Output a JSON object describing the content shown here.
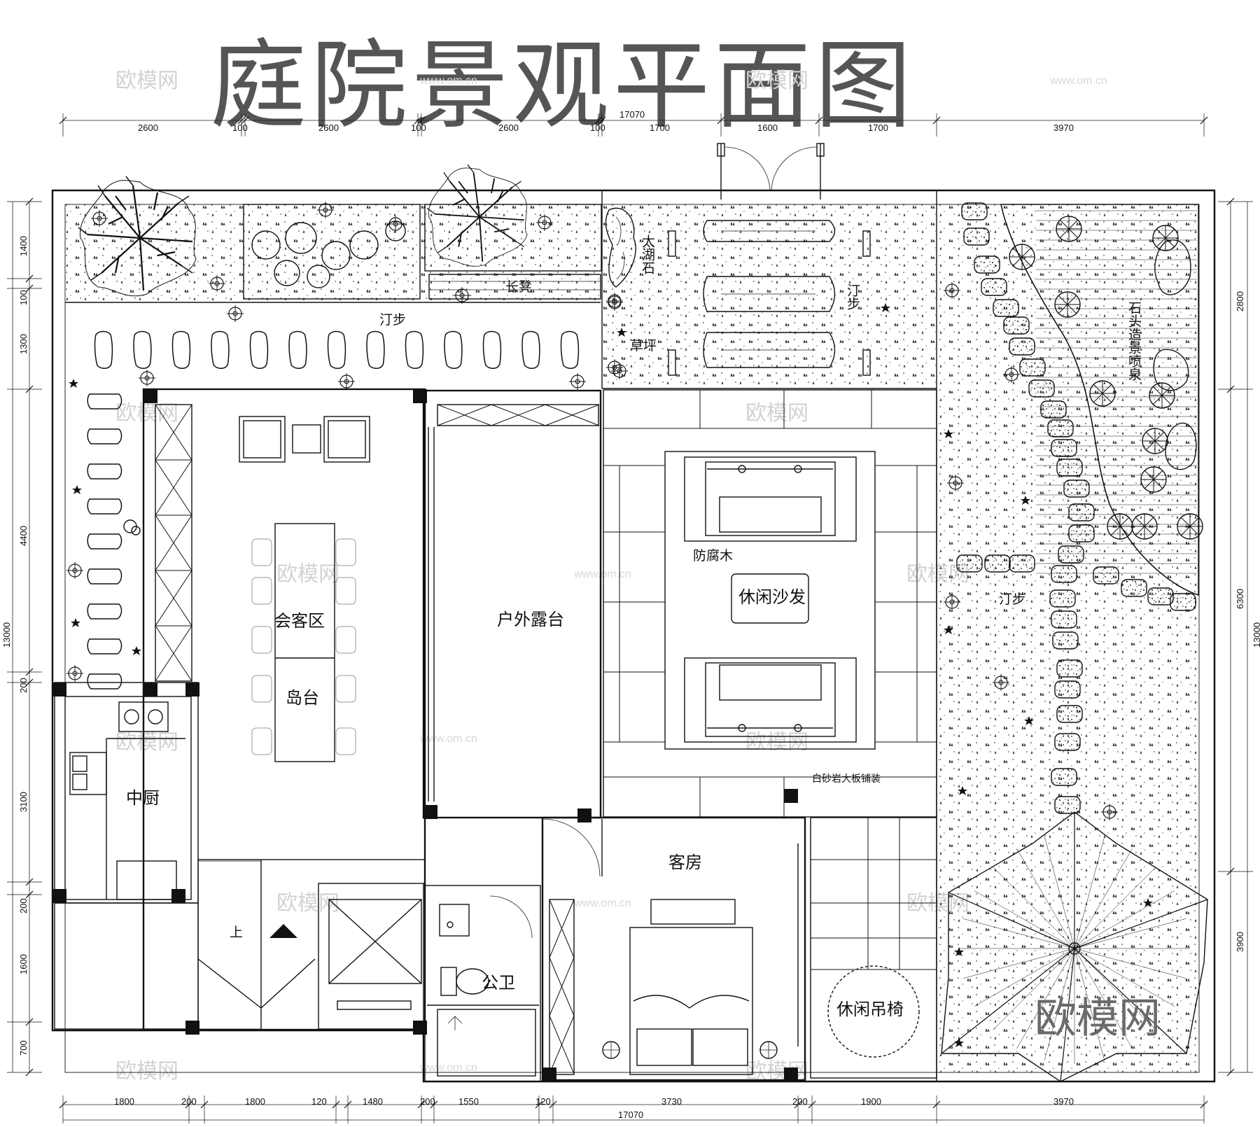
{
  "title": "庭院景观平面图",
  "dimensions": {
    "top_row": [
      "2600",
      "100",
      "2600",
      "100",
      "2600",
      "100",
      "1700",
      "1600",
      "1700",
      "3970"
    ],
    "top_total": "17070",
    "bottom_row": [
      "1800",
      "200",
      "1800",
      "120",
      "1480",
      "200",
      "1550",
      "120",
      "3730",
      "200",
      "1900",
      "3970"
    ],
    "bottom_total": "17070",
    "left_row": [
      "1400",
      "100",
      "1300",
      "4400",
      "200",
      "3100",
      "200",
      "1600",
      "700"
    ],
    "left_total": "13000",
    "right_row": [
      "2800",
      "6300",
      "3900"
    ],
    "right_total": "13000"
  },
  "labels": {
    "stepping_stones_top": "汀步",
    "stepping_stones_mid": "汀步",
    "stepping_stones_right": "汀步",
    "bench": "长凳",
    "taihu_stone": "太湖石",
    "lawn": "草坪",
    "rock_fountain": "石头造景喷泉",
    "preservative_wood": "防腐木",
    "leisure_sofa": "休闲沙发",
    "reception_area": "会客区",
    "island": "岛台",
    "outdoor_terrace": "户外露台",
    "kitchen": "中厨",
    "guest_room": "客房",
    "public_toilet": "公卫",
    "stairs_up": "上",
    "paving": "白砂岩大板铺装",
    "hanging_chair": "休闲吊椅"
  },
  "watermarks": {
    "brand": "欧模网",
    "url": "www.om.cn"
  }
}
